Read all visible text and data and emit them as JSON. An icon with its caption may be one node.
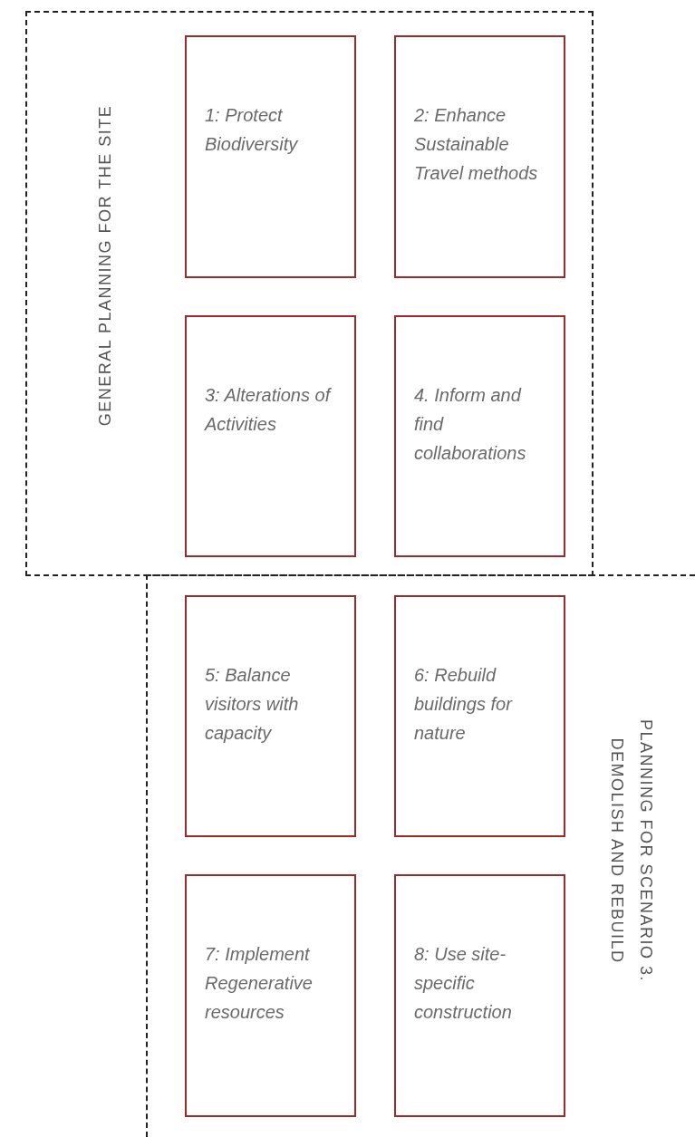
{
  "diagram": {
    "nodes": [
      {
        "text": [
          "GENERAL PLANNING FOR THE SITE"
        ]
      },
      {
        "text": [
          "1: Protect Biodiversity"
        ],
        "in": 0
      },
      {
        "text": [
          "2: Enhance Sustainable Travel methods"
        ],
        "in": 0
      },
      {
        "text": [
          "3: Alterations of Activities"
        ],
        "in": 0
      },
      {
        "text": [
          "4. Inform and find collaborations"
        ],
        "in": 0
      },
      {
        "text": [
          "PLANNING FOR SCENARIO 3. DEMOLISH AND REBUILD"
        ]
      },
      {
        "text": [
          "5: Balance visitors with capacity"
        ],
        "in": 5
      },
      {
        "text": [
          "6: Rebuild buildings for nature"
        ],
        "in": 5
      },
      {
        "text": [
          "7: Implement Regenerative resources"
        ],
        "in": 5
      },
      {
        "text": [
          "8: Use site-specific construction"
        ],
        "in": 5
      }
    ]
  }
}
